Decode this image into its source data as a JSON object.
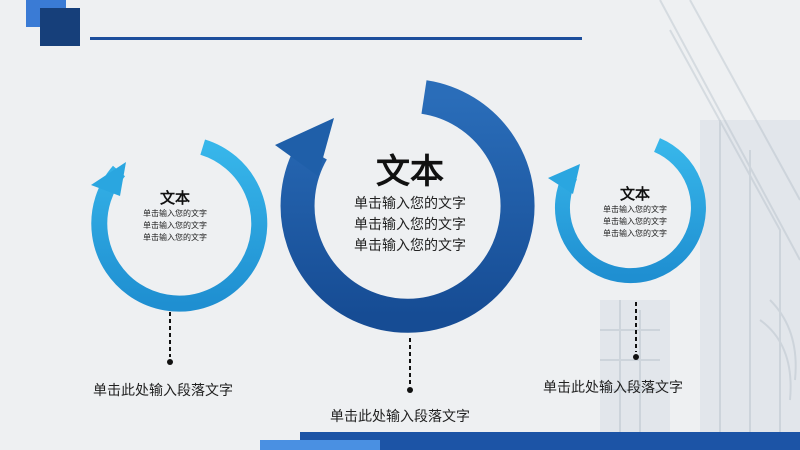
{
  "colors": {
    "dark_blue": "#1c4e9c",
    "ring_blue": "#1f5fa9",
    "light_blue": "#3ab3e6",
    "background": "#eef0f2"
  },
  "left_node": {
    "title": "文本",
    "lines": [
      "单击输入您的文字",
      "单击输入您的文字",
      "单击输入您的文字"
    ],
    "caption": "单击此处输入段落文字"
  },
  "center_node": {
    "title": "文本",
    "lines": [
      "单击输入您的文字",
      "单击输入您的文字",
      "单击输入您的文字"
    ],
    "caption": "单击此处输入段落文字"
  },
  "right_node": {
    "title": "文本",
    "lines": [
      "单击输入您的文字",
      "单击输入您的文字",
      "单击输入您的文字"
    ],
    "caption": "单击此处输入段落文字"
  }
}
